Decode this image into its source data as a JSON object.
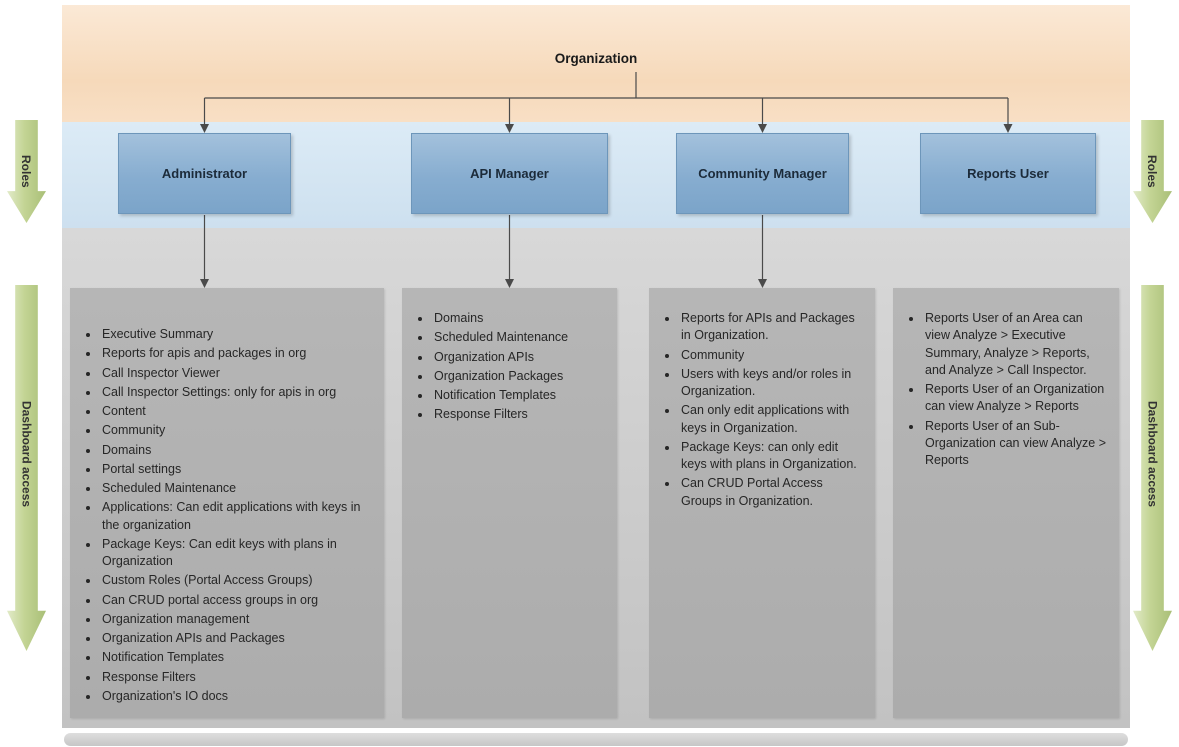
{
  "diagram_title": "Organization",
  "side_labels": {
    "roles": "Roles",
    "dashboard_access": "Dashboard access"
  },
  "roles": [
    {
      "label": "Administrator",
      "permissions": [
        "Executive Summary",
        "Reports for apis and packages in org",
        "Call Inspector Viewer",
        "Call Inspector Settings: only for apis in org",
        "Content",
        "Community",
        "Domains",
        "Portal settings",
        "Scheduled Maintenance",
        "Applications: Can edit applications with keys in the organization",
        "Package Keys: Can edit keys with plans in Organization",
        "Custom Roles (Portal Access Groups)",
        "Can CRUD portal access groups in org",
        "Organization management",
        "Organization APIs and Packages",
        "Notification Templates",
        "Response Filters",
        "Organization's IO docs"
      ]
    },
    {
      "label": "API Manager",
      "permissions": [
        "Domains",
        "Scheduled Maintenance",
        "Organization APIs",
        "Organization Packages",
        "Notification Templates",
        "Response Filters"
      ]
    },
    {
      "label": "Community Manager",
      "permissions": [
        "Reports for APIs and Packages in Organization.",
        "Community",
        "Users with keys and/or roles in Organization.",
        "Can only edit applications with keys in Organization.",
        "Package Keys: can only edit keys with plans in Organization.",
        "Can CRUD Portal Access Groups in Organization."
      ]
    },
    {
      "label": "Reports User",
      "permissions": [
        "Reports User of an Area can view Analyze > Executive Summary, Analyze > Reports, and Analyze > Call Inspector.",
        "Reports User of an Organization can view Analyze > Reports",
        "Reports User of an Sub-Organization can view Analyze > Reports"
      ]
    }
  ],
  "colors": {
    "organization_band": "#f7dcc0",
    "roles_band": "#d3e4f2",
    "role_box": "#84abce",
    "dashboard_band": "#cccccc",
    "panel": "#b0b0b0",
    "side_arrow": "#b9cc8a",
    "connector": "#4a4a4a"
  }
}
